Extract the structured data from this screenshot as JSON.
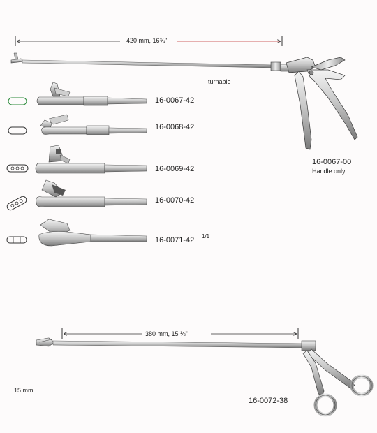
{
  "top_instrument": {
    "length_label": "420 mm, 16¾\"",
    "turnable_label": "turnable",
    "handle_code": "16-0067-00",
    "handle_note": "Handle only"
  },
  "tips": [
    {
      "code": "16-0067-42"
    },
    {
      "code": "16-0068-42"
    },
    {
      "code": "16-0069-42"
    },
    {
      "code": "16-0070-42"
    },
    {
      "code": "16-0071-42"
    }
  ],
  "scale_note": "1/1",
  "bottom_instrument": {
    "length_label": "380 mm, 15 ⅛\"",
    "code": "16-0072-38",
    "jaw_size_label": "15 mm"
  },
  "colors": {
    "steel_light": "#e2e2e2",
    "steel_dark": "#6d6d6d",
    "outline": "#3a3a3a",
    "arrow_red": "#c03030"
  }
}
